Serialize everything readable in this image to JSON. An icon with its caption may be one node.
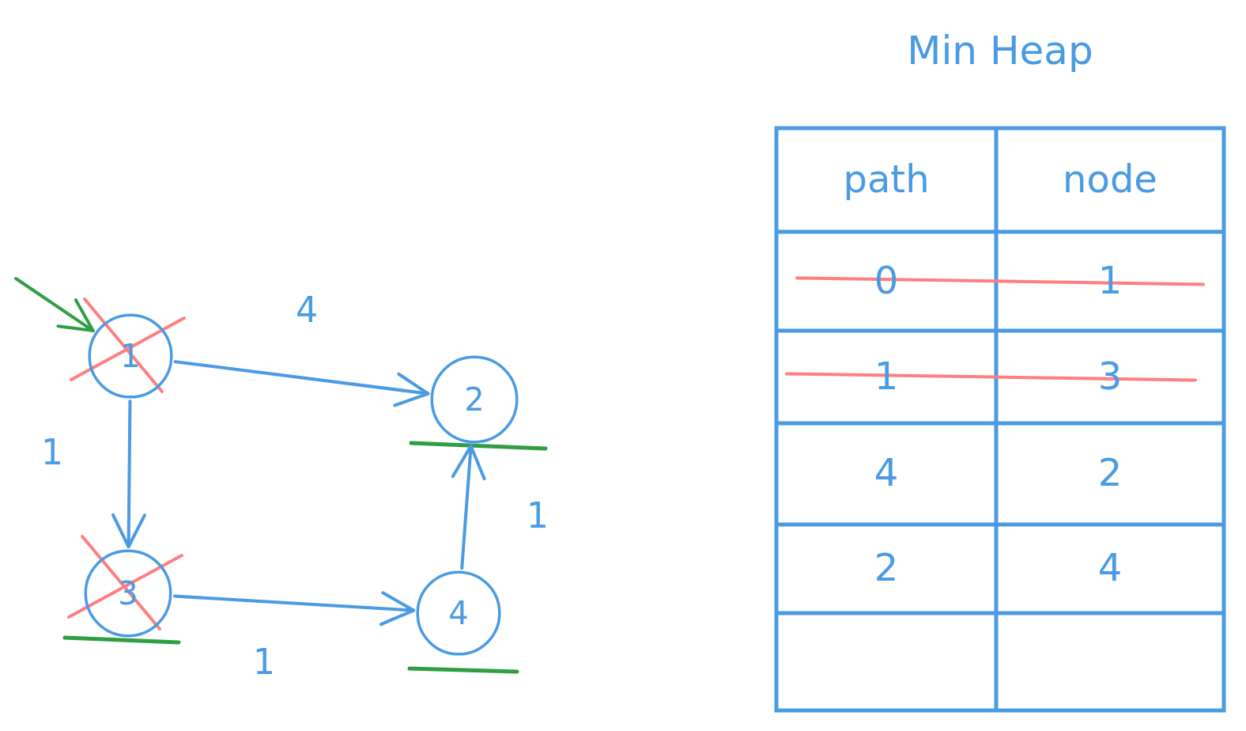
{
  "diagram": {
    "title": "Min Heap",
    "nodes": [
      {
        "text": [
          "1"
        ]
      },
      {
        "text": [
          "2"
        ]
      },
      {
        "text": [
          "3"
        ]
      },
      {
        "text": [
          "4"
        ]
      }
    ],
    "edges": [
      {
        "from": null,
        "to": 0,
        "arrow": "to",
        "color": "#2f9e44"
      },
      {
        "from": 0,
        "to": 1,
        "arrow": "to",
        "label": "4"
      },
      {
        "from": 0,
        "to": 2,
        "arrow": "to",
        "label": "1"
      },
      {
        "from": 2,
        "to": 3,
        "arrow": "to",
        "label": "1"
      },
      {
        "from": 3,
        "to": 1,
        "arrow": "to",
        "label": "1"
      }
    ],
    "labels": [
      "path",
      "node",
      "0",
      "1",
      "1",
      "3",
      "4",
      "2",
      "2",
      "4"
    ]
  }
}
